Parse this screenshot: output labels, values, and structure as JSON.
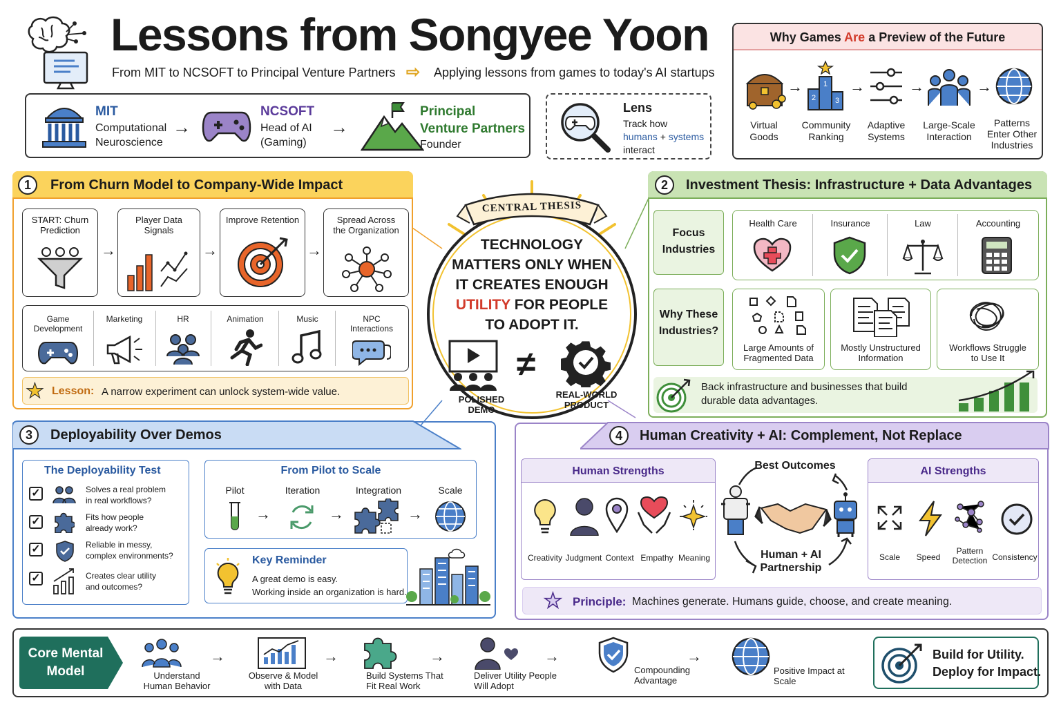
{
  "header": {
    "title": "Lessons from Songyee Yoon",
    "subtitle_left": "From MIT to NCSOFT to Principal Venture Partners",
    "subtitle_right": "Applying lessons from games to today's AI startups"
  },
  "career": {
    "mit_name": "MIT",
    "mit_role": [
      "Computational",
      "Neuroscience"
    ],
    "ncsoft_name": "NCSOFT",
    "ncsoft_role": [
      "Head of AI",
      "(Gaming)"
    ],
    "pvp_name": [
      "Principal",
      "Venture Partners"
    ],
    "pvp_role": "Founder"
  },
  "lens": {
    "title": "Lens",
    "line1": "Track how",
    "humans": "humans",
    "plus": "+",
    "systems": "systems",
    "line3": "interact"
  },
  "games": {
    "title_pre": "Why Games",
    "title_are": "Are",
    "title_post": "a Preview of the Future",
    "items": [
      [
        "Virtual",
        "Goods"
      ],
      [
        "Community",
        "Ranking"
      ],
      [
        "Adaptive",
        "Systems"
      ],
      [
        "Large-Scale",
        "Interaction"
      ],
      [
        "Patterns",
        "Enter Other",
        "Industries"
      ]
    ]
  },
  "section1": {
    "num": "1",
    "title": "From Churn Model to Company-Wide Impact",
    "steps": [
      [
        "START: Churn",
        "Prediction"
      ],
      [
        "Player Data",
        "Signals"
      ],
      [
        "Improve Retention"
      ],
      [
        "Spread Across",
        "the Organization"
      ]
    ],
    "areas": [
      [
        "Game",
        "Development"
      ],
      [
        "Marketing"
      ],
      [
        "HR"
      ],
      [
        "Animation"
      ],
      [
        "Music"
      ],
      [
        "NPC",
        "Interactions"
      ]
    ],
    "lesson_label": "Lesson:",
    "lesson_text": "A narrow experiment can unlock system-wide value."
  },
  "central": {
    "banner": "CENTRAL THESIS",
    "line1": "TECHNOLOGY",
    "line2": "MATTERS ONLY WHEN",
    "line3": "IT CREATES ENOUGH",
    "utility": "UTILITY",
    "line4": "FOR PEOPLE",
    "line5": "TO ADOPT IT.",
    "demo": [
      "POLISHED",
      "DEMO"
    ],
    "neq": "≠",
    "product": [
      "REAL-WORLD",
      "PRODUCT"
    ]
  },
  "section2": {
    "num": "2",
    "title": "Investment Thesis: Infrastructure + Data Advantages",
    "focus": [
      "Focus",
      "Industries"
    ],
    "industries": [
      "Health Care",
      "Insurance",
      "Law",
      "Accounting"
    ],
    "why": [
      "Why These",
      "Industries?"
    ],
    "reasons": [
      [
        "Large Amounts of",
        "Fragmented Data"
      ],
      [
        "Mostly Unstructured",
        "Information"
      ],
      [
        "Workflows Struggle",
        "to Use It"
      ]
    ],
    "callout": [
      "Back infrastructure and businesses that build",
      "durable data advantages."
    ]
  },
  "section3": {
    "num": "3",
    "title": "Deployability Over Demos",
    "test_title": "The Deployability Test",
    "checks": [
      [
        "Solves a real problem",
        "in real workflows?"
      ],
      [
        "Fits how people",
        "already work?"
      ],
      [
        "Reliable in messy,",
        "complex environments?"
      ],
      [
        "Creates clear utility",
        "and outcomes?"
      ]
    ],
    "pilot_title": "From Pilot to Scale",
    "stages": [
      "Pilot",
      "Iteration",
      "Integration",
      "Scale"
    ],
    "reminder_title": "Key Reminder",
    "reminder": [
      "A great demo is easy.",
      "Working inside an organization is hard."
    ]
  },
  "section4": {
    "num": "4",
    "title": "Human Creativity + AI: Complement, Not Replace",
    "human_title": "Human Strengths",
    "human": [
      "Creativity",
      "Judgment",
      "Context",
      "Empathy",
      "Meaning"
    ],
    "best": "Best Outcomes",
    "partnership": [
      "Human + AI",
      "Partnership"
    ],
    "ai_title": "AI Strengths",
    "ai": [
      [
        "Scale"
      ],
      [
        "Speed"
      ],
      [
        "Pattern",
        "Detection"
      ],
      [
        "Consistency"
      ]
    ],
    "principle_label": "Principle:",
    "principle_text": "Machines generate. Humans guide, choose, and create meaning."
  },
  "footer": {
    "label": [
      "Core Mental",
      "Model"
    ],
    "steps": [
      [
        "Understand",
        "Human Behavior"
      ],
      [
        "Observe & Model",
        "with Data"
      ],
      [
        "Build Systems That",
        "Fit Real Work"
      ],
      [
        "Deliver Utility People",
        "Will Adopt"
      ],
      [
        "Compounding",
        "Advantage"
      ],
      [
        "Positive Impact at",
        "Scale"
      ]
    ],
    "final": [
      "Build for Utility.",
      "Deploy for Impact."
    ]
  },
  "colors": {
    "orange": "#f0a02c",
    "orange_fill": "#fdf1d6",
    "green": "#7cae5a",
    "green_fill": "#eaf4e1",
    "blue": "#4a7fc8",
    "blue_fill": "#e3edf9",
    "purple": "#9b84c8",
    "purple_fill": "#eee8f7",
    "pink_fill": "#fbe3e3",
    "teal": "#1f6f5c",
    "red": "#d23a2a"
  }
}
